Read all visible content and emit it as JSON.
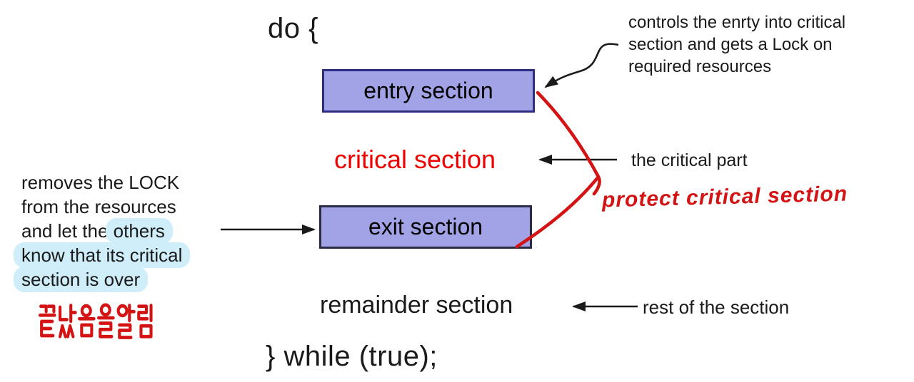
{
  "code": {
    "do_open": "do {",
    "while_close": "} while (true);"
  },
  "boxes": {
    "entry": "entry section",
    "exit": "exit section"
  },
  "labels": {
    "critical": "critical section",
    "remainder": "remainder section"
  },
  "notes": {
    "entry_note": {
      "lines": [
        "controls the enrty into critical",
        "section and gets a Lock on",
        "required resources"
      ]
    },
    "critical_note": "the critical part",
    "remainder_note": "rest of the section",
    "exit_note": {
      "lines": [
        {
          "pre": "removes the LOCK",
          "high": ""
        },
        {
          "pre": "from the resources",
          "high": ""
        },
        {
          "pre": "and let the ",
          "high": "others"
        },
        {
          "pre": "",
          "high": "know that its critical"
        },
        {
          "pre": "",
          "high": "section is over"
        }
      ]
    }
  },
  "handwriting": {
    "protect": "protect critical section",
    "korean": "끝났음을 알림"
  },
  "colors": {
    "box_fill": "#a2a2e6",
    "box_border_entry": "#2c2c80",
    "box_border_exit": "#2b2b45",
    "highlight": "#cfeef9",
    "red_ink": "#d41414",
    "arrow_black": "#1a1a1a",
    "text_red": "#ee0000"
  }
}
